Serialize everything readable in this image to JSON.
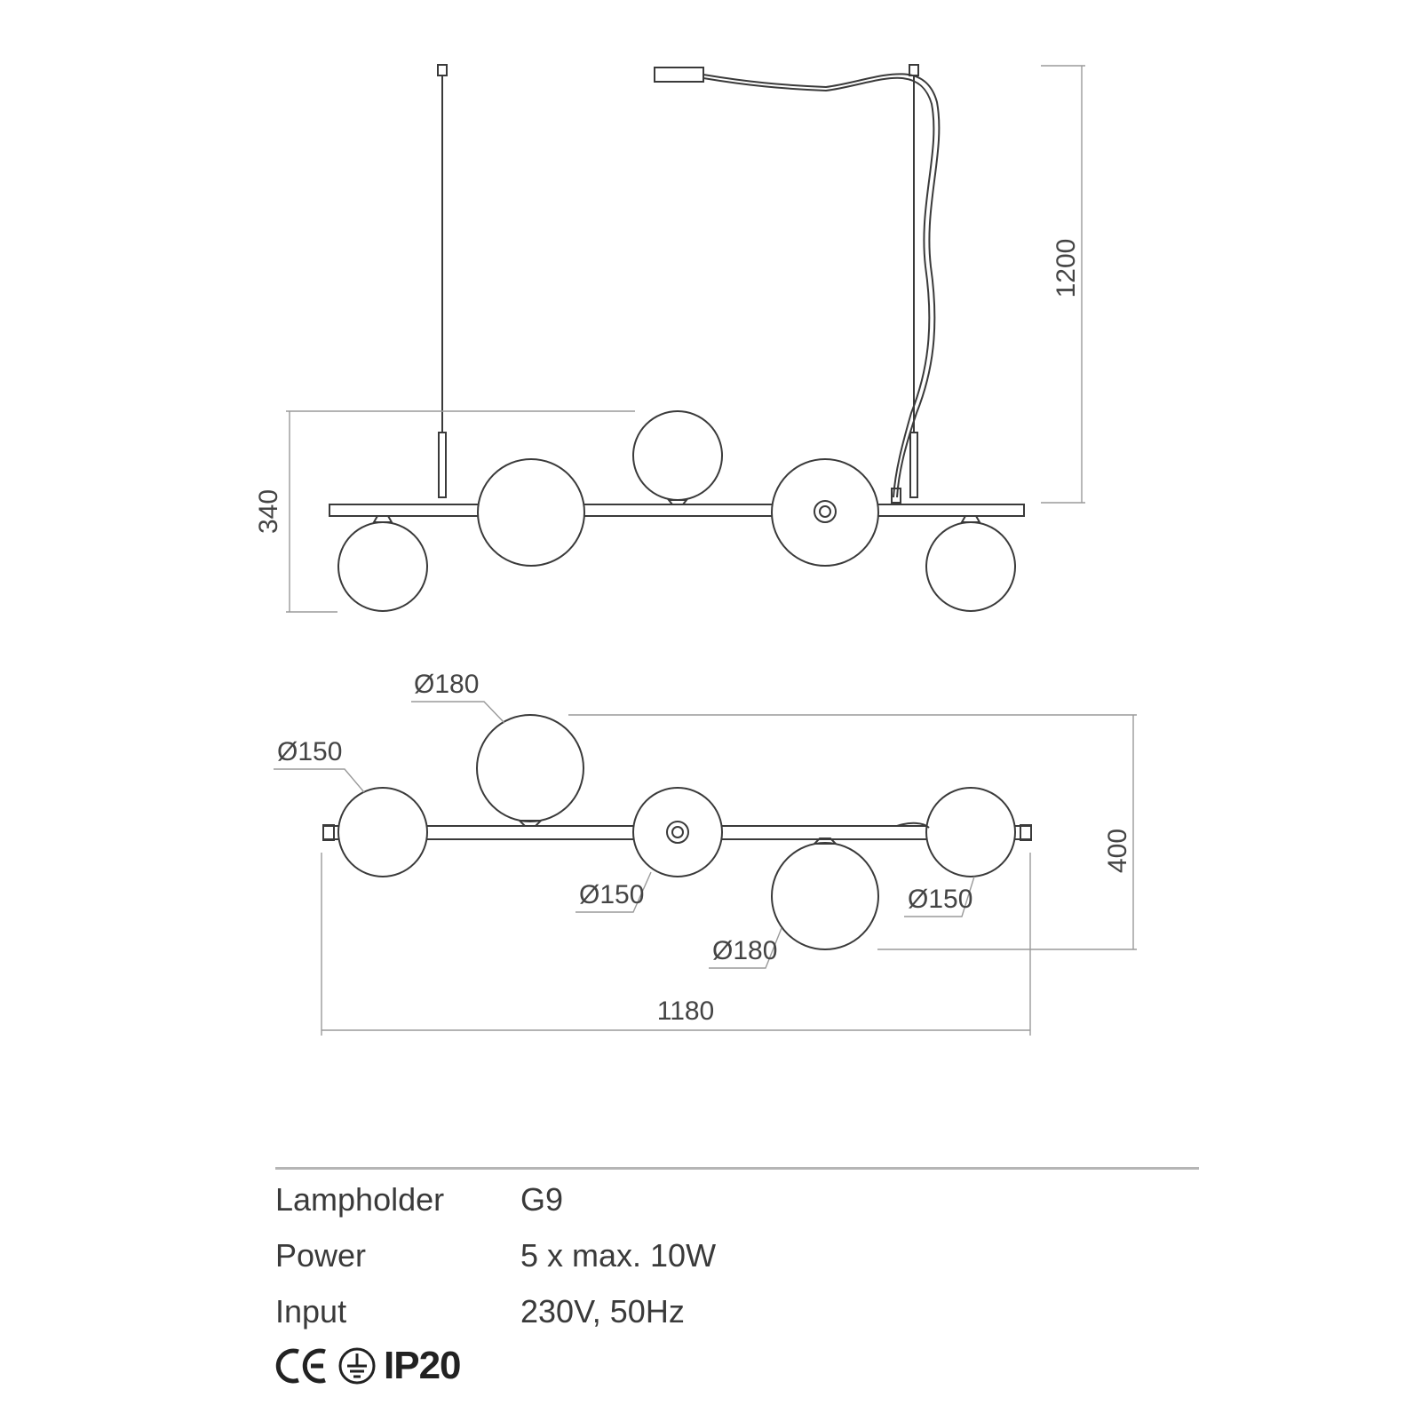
{
  "dimensions": {
    "suspension_height": "1200",
    "body_height": "340",
    "total_width": "1180",
    "depth": "400",
    "globe_large_1": "Ø180",
    "globe_small_left": "Ø150",
    "globe_small_mid": "Ø150",
    "globe_small_right": "Ø150",
    "globe_large_2": "Ø180"
  },
  "specs": {
    "lampholder_label": "Lampholder",
    "lampholder_value": "G9",
    "power_label": "Power",
    "power_value": "5 x max. 10W",
    "input_label": "Input",
    "input_value": "230V, 50Hz"
  },
  "certifications": {
    "ip_rating": "IP20",
    "marks": [
      "ce-mark-icon",
      "earth-ground-icon"
    ]
  }
}
